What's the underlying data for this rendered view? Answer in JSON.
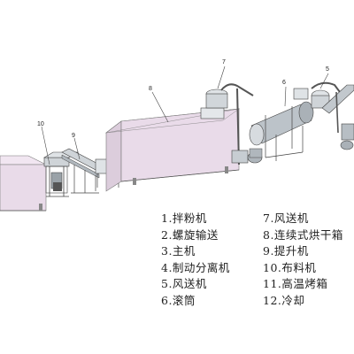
{
  "callouts": [
    "10",
    "9",
    "8",
    "7",
    "6",
    "5"
  ],
  "legend": {
    "left": [
      "1.拌粉机",
      "2.螺旋输送",
      "3.主机",
      "4.制动分离机",
      "5.风送机",
      "6.滚筒"
    ],
    "right": [
      "7.风送机",
      "8.连续式烘干箱",
      "9.提升机",
      "10.布料机",
      "11.高温烤箱",
      "12.冷却"
    ]
  },
  "colors": {
    "oven_body": "#e9dbe9",
    "oven_edge": "#9a8a9a",
    "steel": "#b9c0c6",
    "line": "#333333"
  }
}
